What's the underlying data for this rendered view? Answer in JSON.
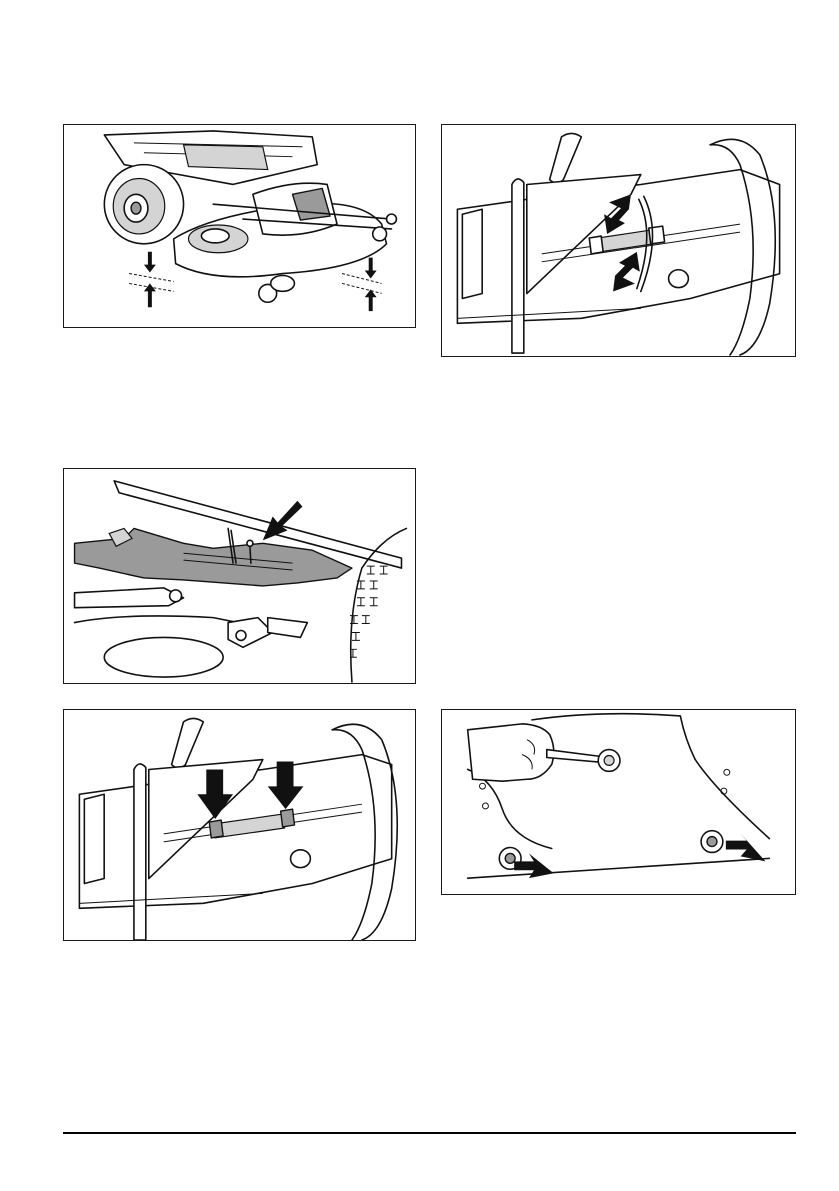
{
  "figures": [
    {
      "id": "deck-height-adjust",
      "icon": "mower-deck-illustration"
    },
    {
      "id": "turnbuckle-adjust",
      "icon": "turnbuckle-rotate-illustration"
    },
    {
      "id": "deck-bracket",
      "icon": "deck-bracket-pin-illustration"
    },
    {
      "id": "turnbuckle-lock-nuts",
      "icon": "lock-nuts-illustration"
    },
    {
      "id": "blade-bolts-wrench",
      "icon": "wrench-bolts-illustration"
    }
  ],
  "colors": {
    "line": "#111111",
    "shade": "#9a9a9a",
    "page": "#ffffff"
  }
}
